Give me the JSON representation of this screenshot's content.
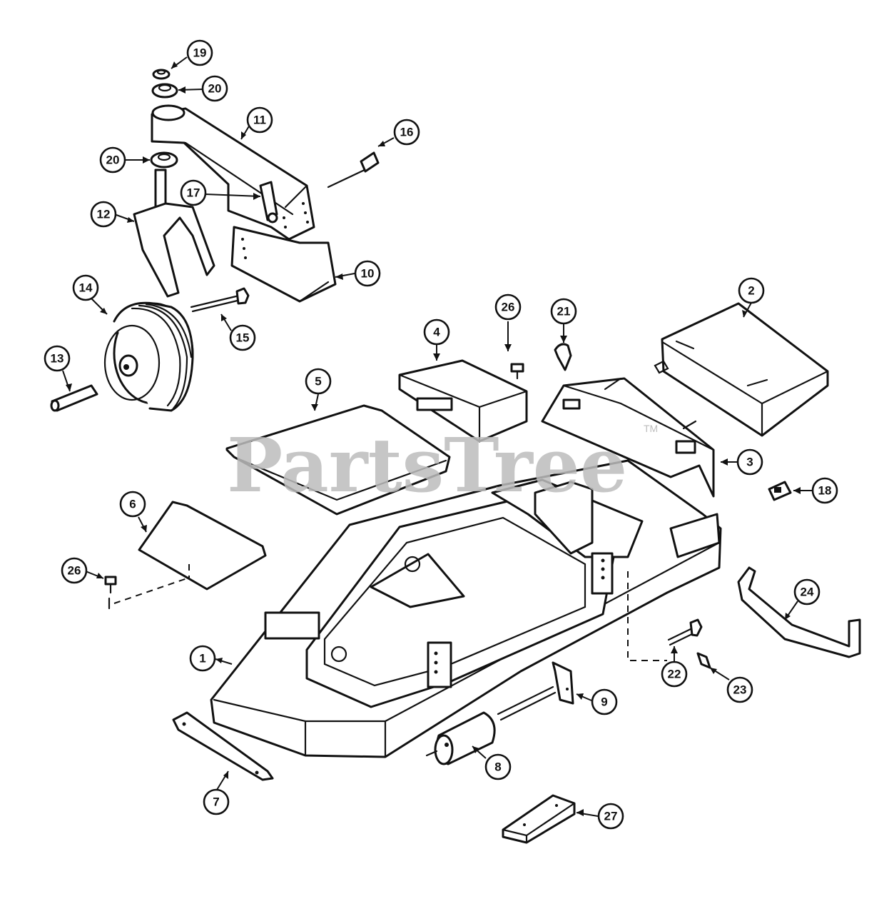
{
  "watermark": {
    "text": "PartsTree",
    "trademark": "TM"
  },
  "callouts": [
    {
      "num": "1"
    },
    {
      "num": "2"
    },
    {
      "num": "3"
    },
    {
      "num": "4"
    },
    {
      "num": "5"
    },
    {
      "num": "6"
    },
    {
      "num": "7"
    },
    {
      "num": "8"
    },
    {
      "num": "9"
    },
    {
      "num": "10"
    },
    {
      "num": "11"
    },
    {
      "num": "12"
    },
    {
      "num": "13"
    },
    {
      "num": "14"
    },
    {
      "num": "15"
    },
    {
      "num": "16"
    },
    {
      "num": "17"
    },
    {
      "num": "18"
    },
    {
      "num": "19"
    },
    {
      "num": "20"
    },
    {
      "num": "20"
    },
    {
      "num": "21"
    },
    {
      "num": "22"
    },
    {
      "num": "23"
    },
    {
      "num": "24"
    },
    {
      "num": "26"
    },
    {
      "num": "26"
    },
    {
      "num": "27"
    }
  ]
}
